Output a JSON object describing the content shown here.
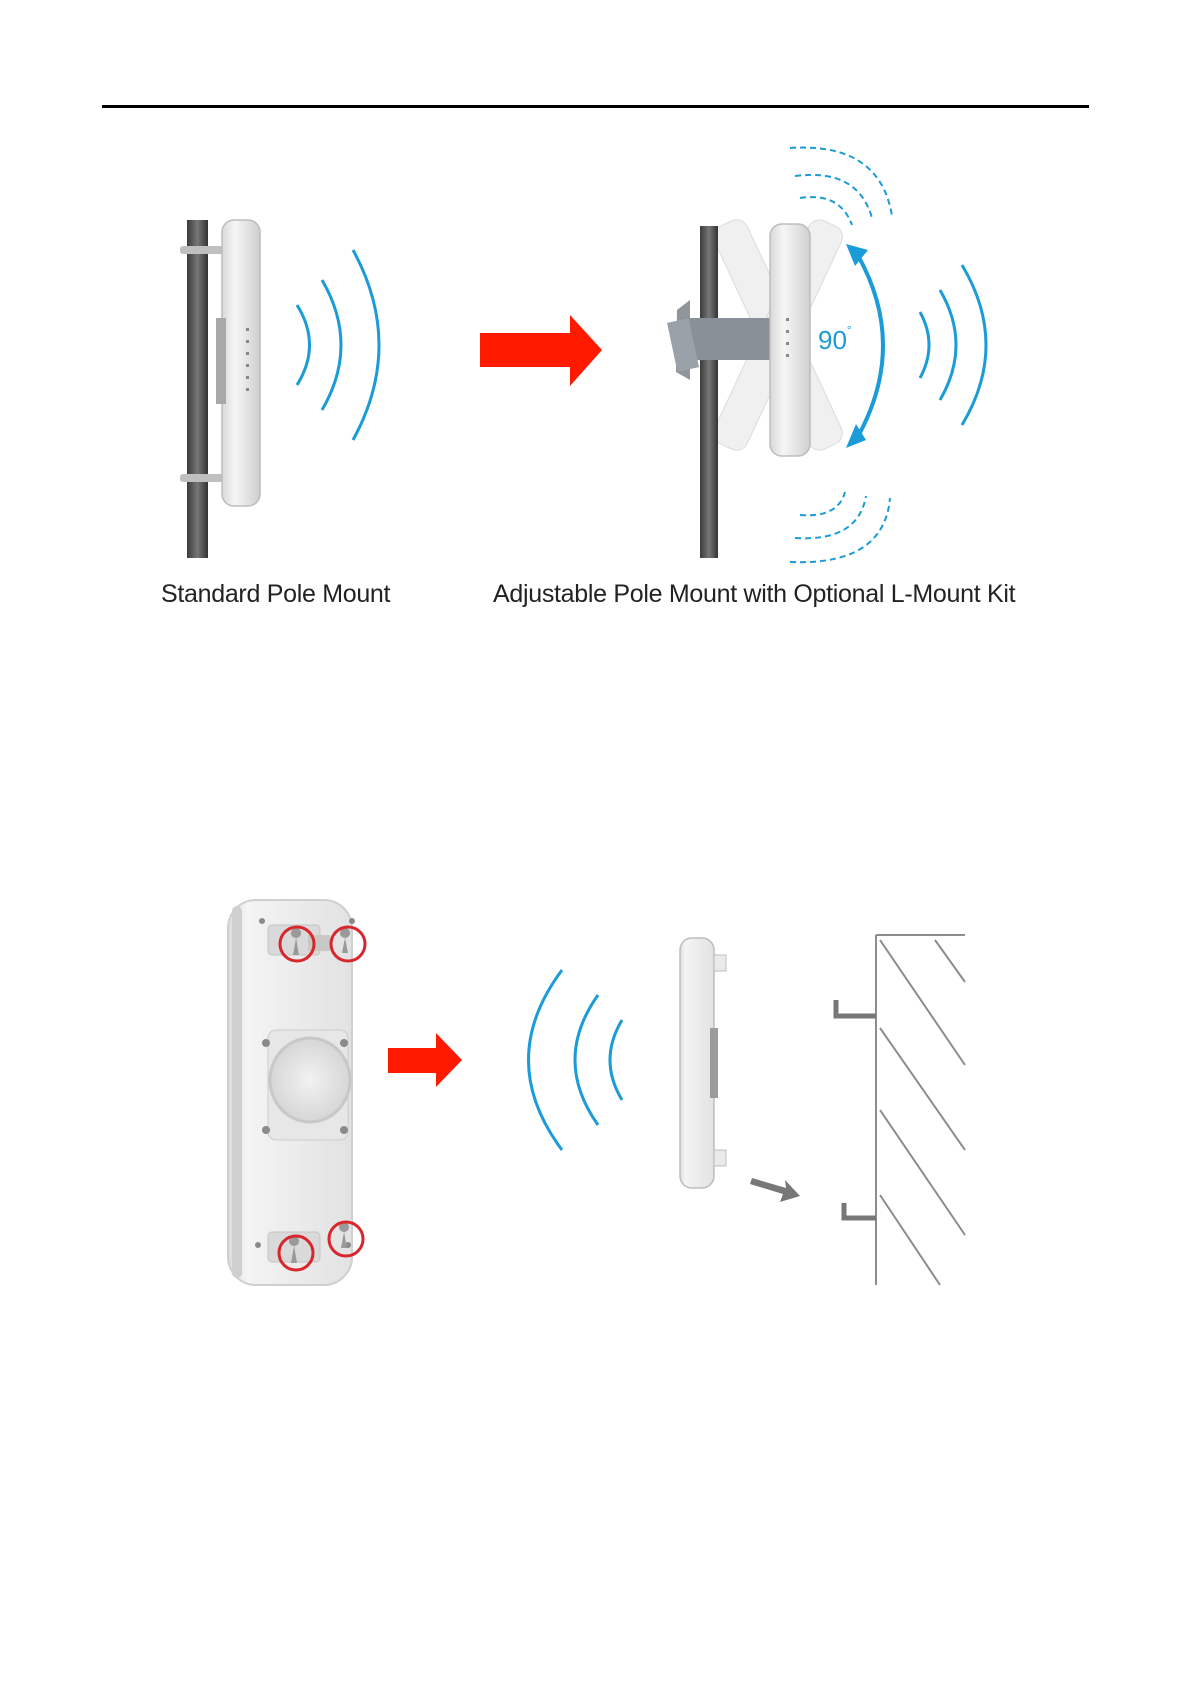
{
  "figure_top": {
    "captions": {
      "standard": "Standard Pole Mount",
      "adjustable": "Adjustable Pole Mount with Optional L-Mount Kit"
    },
    "angle": {
      "value": "90",
      "unit": "°"
    }
  },
  "colors": {
    "signal": "#1b9bd8",
    "arrow": "#ff1a00",
    "pole": "#555555",
    "device": "#eeeeee",
    "bracket": "#8a9097",
    "highlight_circle": "#d9262c"
  }
}
